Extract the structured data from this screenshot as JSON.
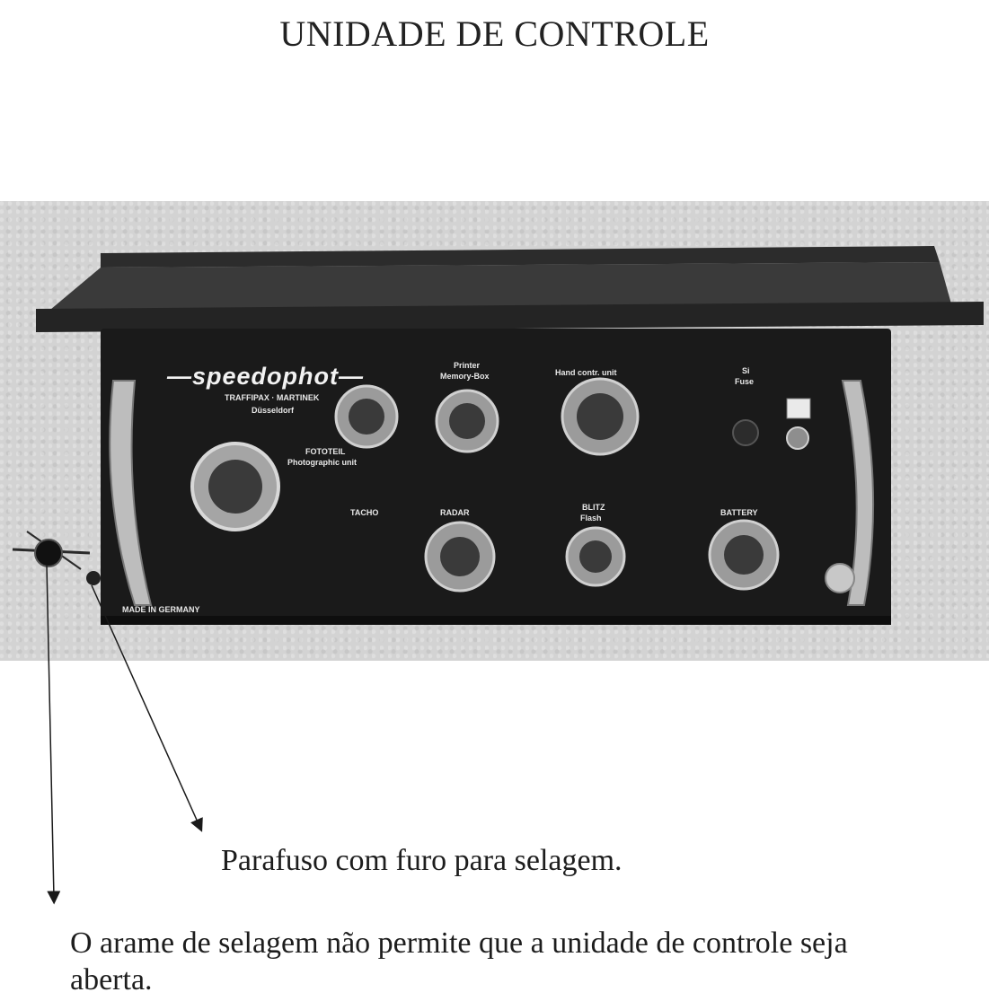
{
  "title": "UNIDADE DE CONTROLE",
  "device": {
    "brand": "—speedophot—",
    "subtitle_1": "TRAFFIPAX · MARTINEK",
    "subtitle_2": "Düsseldorf",
    "labels": {
      "printer": "Printer",
      "memory_box": "Memory-Box",
      "hand_control": "Hand contr. unit",
      "fuse_1": "Si",
      "fuse_2": "Fuse",
      "fototeil": "FOTOTEIL",
      "photographic_unit": "Photographic unit",
      "tacho": "TACHO",
      "radar": "RADAR",
      "blitz": "BLITZ",
      "flash": "Flash",
      "battery": "BATTERY",
      "made_in": "MADE IN GERMANY"
    }
  },
  "captions": {
    "screw": "Parafuso com furo para selagem.",
    "wire": "O arame de selagem não permite que a unidade de controle seja aberta."
  }
}
